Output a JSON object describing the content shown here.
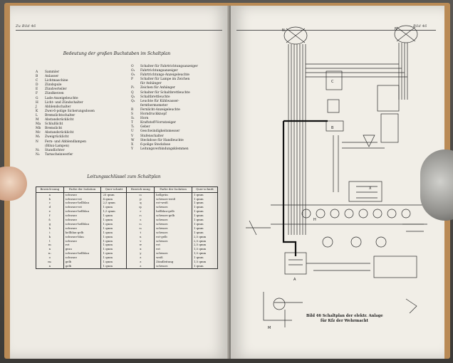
{
  "left_page": {
    "header": "Zu Bild 46",
    "legend_title": "Bedeutung der großen Buchstaben im Schaltplan",
    "legend_col1": [
      {
        "k": "A",
        "v": "Sammler"
      },
      {
        "k": "B",
        "v": "Anlasser"
      },
      {
        "k": "C",
        "v": "Lichtmaschine"
      },
      {
        "k": "D",
        "v": "Zündspule"
      },
      {
        "k": "E",
        "v": "Zündverteiler"
      },
      {
        "k": "F",
        "v": "Zündkerzen"
      },
      {
        "k": "G",
        "v": "Lade-Anzeigeleuchte"
      },
      {
        "k": "H",
        "v": "Licht- und Zündschalter"
      },
      {
        "k": "J",
        "v": "Abblendschalter"
      },
      {
        "k": "K",
        "v": "Zwei-6-polige Sicherungsdosen"
      },
      {
        "k": "L",
        "v": "Bremslichtschalter"
      },
      {
        "k": "M",
        "v": "Abstandsrücklicht"
      },
      {
        "k": "Ma",
        "v": "Schlußlicht"
      },
      {
        "k": "Mb",
        "v": "Bremslicht"
      },
      {
        "k": "Mc",
        "v": "Abstandsrücklicht"
      },
      {
        "k": "M₁",
        "v": "Zweigrücklicht"
      },
      {
        "k": "N",
        "v": "Fern- und Abblendlampen"
      },
      {
        "k": "",
        "v": "(Bilux-Lampen)"
      },
      {
        "k": "N₁",
        "v": "Standlichter"
      },
      {
        "k": "N₂",
        "v": "Tarnscheinwerfer"
      }
    ],
    "legend_col2": [
      {
        "k": "O",
        "v": "Schalter für Fahrtrichtungsanzeiger"
      },
      {
        "k": "O₁",
        "v": "Fahrtrichtungsanzeiger"
      },
      {
        "k": "O₂",
        "v": "Fahrtrichtungs-Anzeigeleuchte"
      },
      {
        "k": "P",
        "v": "Schalter für Lampe im Zeichen"
      },
      {
        "k": "",
        "v": "für Anhänger"
      },
      {
        "k": "P₁",
        "v": "Zeichen für Anhänger"
      },
      {
        "k": "Q",
        "v": "Schalter für Schaltbrettleuchte"
      },
      {
        "k": "Q₁",
        "v": "Schaltbrettleuchte"
      },
      {
        "k": "Q₂",
        "v": "Leuchte für Kühlwasser-"
      },
      {
        "k": "",
        "v": "fernthermometer"
      },
      {
        "k": "R",
        "v": "Fernlicht-Anzeigeleuchte"
      },
      {
        "k": "S",
        "v": "Horndruckknopf"
      },
      {
        "k": "S₁",
        "v": "Horn"
      },
      {
        "k": "T",
        "v": "Kraftstoff-Vorratzeiger"
      },
      {
        "k": "T₁",
        "v": "Geber"
      },
      {
        "k": "U",
        "v": "Geschwindigkeitsmesser"
      },
      {
        "k": "V",
        "v": "Stufenschalter"
      },
      {
        "k": "W",
        "v": "Steckdose für Handleuchte"
      },
      {
        "k": "X",
        "v": "6-polige Steckdose"
      },
      {
        "k": "Y",
        "v": "Leitungsverbindungsklemmen"
      }
    ],
    "table_title": "Leitungsschlüssel zum Schaltplan",
    "table_headers": [
      "Bezeich-nung",
      "Farbe der Isolation",
      "Quer-schnitt",
      "Bezeich-nung",
      "Farbe der Isolation",
      "Quer-schnitt"
    ],
    "table_rows": [
      [
        "a",
        "schwarz",
        "25 qmm",
        "o₁",
        "hellgrün",
        "1 qmm"
      ],
      [
        "b",
        "schwarz-rot",
        "4 qmm",
        "p",
        "schwarz-weiß",
        "1 qmm"
      ],
      [
        "c",
        "schwarz-hellblau",
        "2,5 qmm",
        "q",
        "rot-weiß",
        "1 qmm"
      ],
      [
        "d",
        "schwarz-rot",
        "1 qmm",
        "q₁",
        "schwarz",
        "1 qmm"
      ],
      [
        "e",
        "schwarz-hellblau",
        "1,5 qmm",
        "r",
        "hellblau-gelb",
        "1 qmm"
      ],
      [
        "f",
        "schwarz",
        "1 qmm",
        "r₁",
        "schwarz-gelb",
        "1 qmm"
      ],
      [
        "f₁",
        "schwarz",
        "1 qmm",
        "s",
        "schwarz",
        "1 qmm"
      ],
      [
        "g",
        "schwarz-hellblau",
        "1 qmm",
        "s₁",
        "schwarz",
        "1 qmm"
      ],
      [
        "h",
        "schwarz",
        "1 qmm",
        "s₂",
        "schwarz",
        "1 qmm"
      ],
      [
        "i",
        "hellblau-gelb",
        "1 qmm",
        "t",
        "schwarz",
        "1 qmm"
      ],
      [
        "k",
        "schwarz-blau",
        "1 qmm",
        "u",
        "rot-gelb",
        "2,5 qmm"
      ],
      [
        "l",
        "schwarz",
        "1 qmm",
        "v",
        "schwarz",
        "2,5 qmm"
      ],
      [
        "m",
        "rot",
        "1 qmm",
        "w",
        "rot",
        "2,5 qmm"
      ],
      [
        "n",
        "grau",
        "1 qmm",
        "x",
        "rot",
        "1,5 qmm"
      ],
      [
        "n₁",
        "schwarz-hellblau",
        "1 qmm",
        "y",
        "schwarz",
        "1,5 qmm"
      ],
      [
        "o",
        "schwarz",
        "1 qmm",
        "z",
        "weiß",
        "1 qmm"
      ],
      [
        "m₁",
        "gelb",
        "1 qmm",
        "z",
        "Zündleitung",
        "1,5 qmm"
      ],
      [
        "n",
        "gelb",
        "1 qmm",
        "z",
        "schwarz",
        "1 qmm"
      ]
    ]
  },
  "right_page": {
    "header": "Bild 46",
    "caption_line1": "Bild 46  Schaltplan der elektr. Anlage",
    "caption_line2": "für Kfz der Wehrmacht",
    "diagram_labels": {
      "N": "N",
      "C": "C",
      "B": "B",
      "A": "A",
      "M": "M",
      "X": "X",
      "H": "H"
    }
  },
  "colors": {
    "paper": "#eeebe4",
    "ink": "#222222",
    "cover": "#b98a55"
  }
}
